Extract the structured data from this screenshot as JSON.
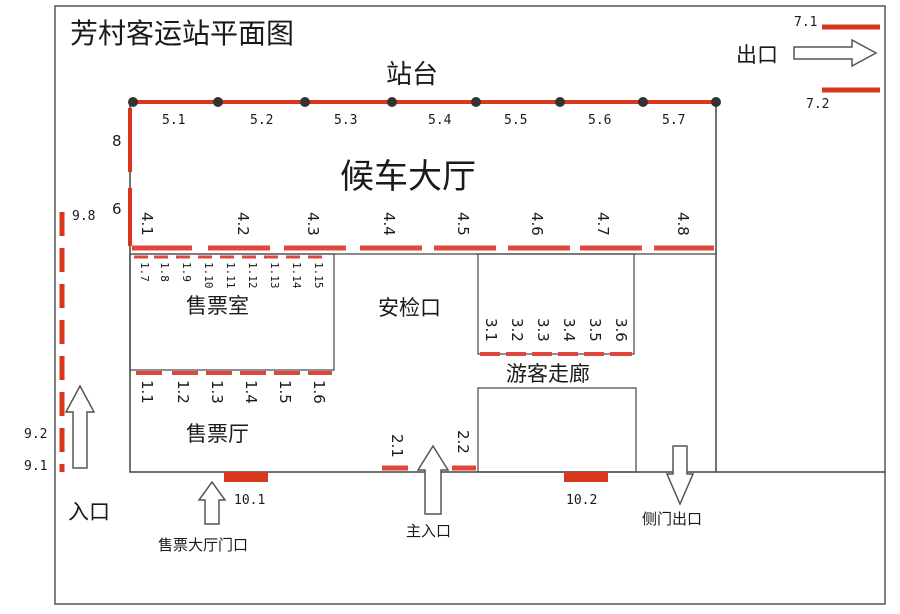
{
  "title": "芳村客运站平面图",
  "colors": {
    "line": "#e0463b",
    "strong": "#d9361c",
    "frame": "#555555",
    "text": "#1a1a1a"
  },
  "areas": {
    "platform": "站台",
    "waiting_hall": "候车大厅",
    "ticket_room": "售票室",
    "security": "安检口",
    "corridor": "游客走廊",
    "ticket_hall": "售票厅"
  },
  "entrances": {
    "exit": "出口",
    "entrance": "入口",
    "ticket_hall_door": "售票大厅门口",
    "main_entrance": "主入口",
    "side_exit": "侧门出口"
  },
  "markers": {
    "platform": [
      "5.1",
      "5.2",
      "5.3",
      "5.4",
      "5.5",
      "5.6",
      "5.7"
    ],
    "waiting_gates": [
      "4.1",
      "4.2",
      "4.3",
      "4.4",
      "4.5",
      "4.6",
      "4.7",
      "4.8"
    ],
    "ticket_windows": [
      "1.7",
      "1.8",
      "1.9",
      "1.10",
      "1.11",
      "1.12",
      "1.13",
      "1.14",
      "1.15"
    ],
    "ticket_hall_windows": [
      "1.1",
      "1.2",
      "1.3",
      "1.4",
      "1.5",
      "1.6"
    ],
    "corridor_gates": [
      "3.1",
      "3.2",
      "3.3",
      "3.4",
      "3.5",
      "3.6"
    ],
    "main_gates": [
      "2.1",
      "2.2"
    ],
    "doors": [
      "10.1",
      "10.2"
    ],
    "exit_lines": [
      "7.1",
      "7.2"
    ],
    "left_side": [
      "8",
      "6"
    ],
    "outside_left": [
      "9.8",
      "9.2",
      "9.1"
    ]
  }
}
